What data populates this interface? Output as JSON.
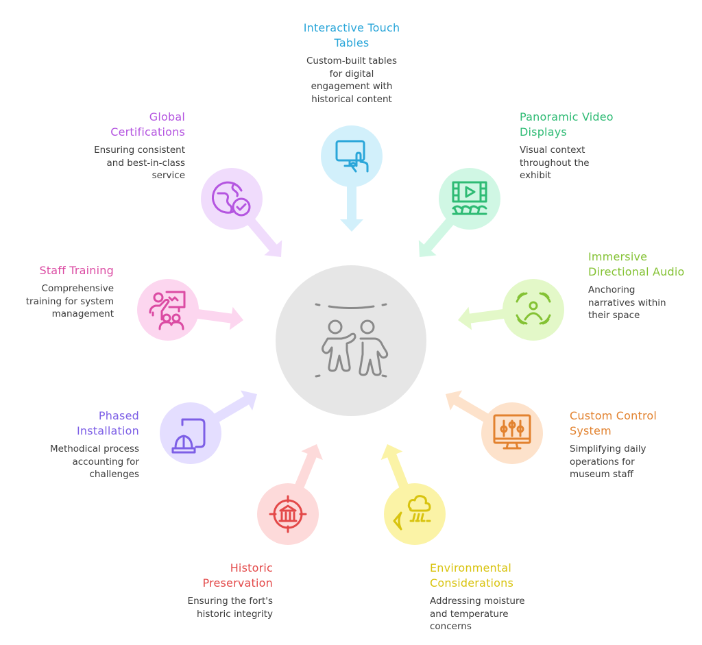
{
  "center": {
    "icon": "people-in-space-icon",
    "fill": "#e6e6e6",
    "stroke": "#8a8a8a"
  },
  "nodes": [
    {
      "id": "interactive-touch-tables",
      "title": "Interactive Touch Tables",
      "title_lines": [
        "Interactive Touch",
        "Tables"
      ],
      "desc_lines": [
        "Custom-built tables",
        "for digital",
        "engagement with",
        "historical content"
      ],
      "icon": "touchscreen-monitor-icon",
      "color": "#2aa6d9",
      "fill": "#d2f0fb"
    },
    {
      "id": "panoramic-video-displays",
      "title": "Panoramic Video Displays",
      "title_lines": [
        "Panoramic Video",
        "Displays"
      ],
      "desc_lines": [
        "Visual context",
        "throughout the",
        "exhibit"
      ],
      "icon": "video-theater-icon",
      "color": "#2ebb74",
      "fill": "#d0f7e4"
    },
    {
      "id": "immersive-directional-audio",
      "title": "Immersive Directional Audio",
      "title_lines": [
        "Immersive",
        "Directional Audio"
      ],
      "desc_lines": [
        "Anchoring",
        "narratives within",
        "their space"
      ],
      "icon": "surround-audio-icon",
      "color": "#84c234",
      "fill": "#e3f8c8"
    },
    {
      "id": "custom-control-system",
      "title": "Custom Control System",
      "title_lines": [
        "Custom Control",
        "System"
      ],
      "desc_lines": [
        "Simplifying daily",
        "operations for",
        "museum staff"
      ],
      "icon": "monitor-sliders-icon",
      "color": "#e2822f",
      "fill": "#fde2cb"
    },
    {
      "id": "environmental-considerations",
      "title": "Environmental Considerations",
      "title_lines": [
        "Environmental",
        "Considerations"
      ],
      "desc_lines": [
        "Addressing moisture",
        "and temperature",
        "concerns"
      ],
      "icon": "weather-sensor-icon",
      "color": "#d8c30e",
      "fill": "#fbf3a6"
    },
    {
      "id": "historic-preservation",
      "title": "Historic Preservation",
      "title_lines": [
        "Historic",
        "Preservation"
      ],
      "desc_lines": [
        "Ensuring the fort's",
        "historic integrity"
      ],
      "icon": "museum-target-icon",
      "color": "#e34848",
      "fill": "#fddada"
    },
    {
      "id": "phased-installation",
      "title": "Phased Installation",
      "title_lines": [
        "Phased",
        "Installation"
      ],
      "desc_lines": [
        "Methodical process",
        "accounting for",
        "challenges"
      ],
      "icon": "hardhat-blueprint-icon",
      "color": "#7d5fe6",
      "fill": "#e4deff"
    },
    {
      "id": "staff-training",
      "title": "Staff Training",
      "title_lines": [
        "Staff Training"
      ],
      "desc_lines": [
        "Comprehensive",
        "training for system",
        "management"
      ],
      "icon": "presentation-training-icon",
      "color": "#db4ba3",
      "fill": "#fcd6ef"
    },
    {
      "id": "global-certifications",
      "title": "Global Certifications",
      "title_lines": [
        "Global",
        "Certifications"
      ],
      "desc_lines": [
        "Ensuring consistent",
        "and best-in-class",
        "service"
      ],
      "icon": "globe-check-icon",
      "color": "#b455e0",
      "fill": "#f0dcfc"
    }
  ]
}
